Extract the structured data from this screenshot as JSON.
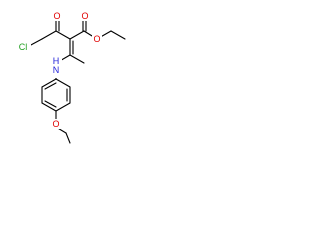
{
  "molecule": {
    "atoms": {
      "chlorine": {
        "symbol": "Cl",
        "color": "#1f9e1f"
      },
      "ketone_oxygen": {
        "symbol": "O",
        "color": "#e00000"
      },
      "ester_carbonyl_oxygen": {
        "symbol": "O",
        "color": "#e00000"
      },
      "ester_ether_oxygen": {
        "symbol": "O",
        "color": "#e00000"
      },
      "amine_nitrogen": {
        "symbol": "N",
        "color": "#2020d8"
      },
      "amine_hydrogen": {
        "symbol": "H",
        "color": "#2020d8"
      },
      "ethoxy_oxygen": {
        "symbol": "O",
        "color": "#e00000"
      }
    },
    "bond_color": "#000000"
  }
}
